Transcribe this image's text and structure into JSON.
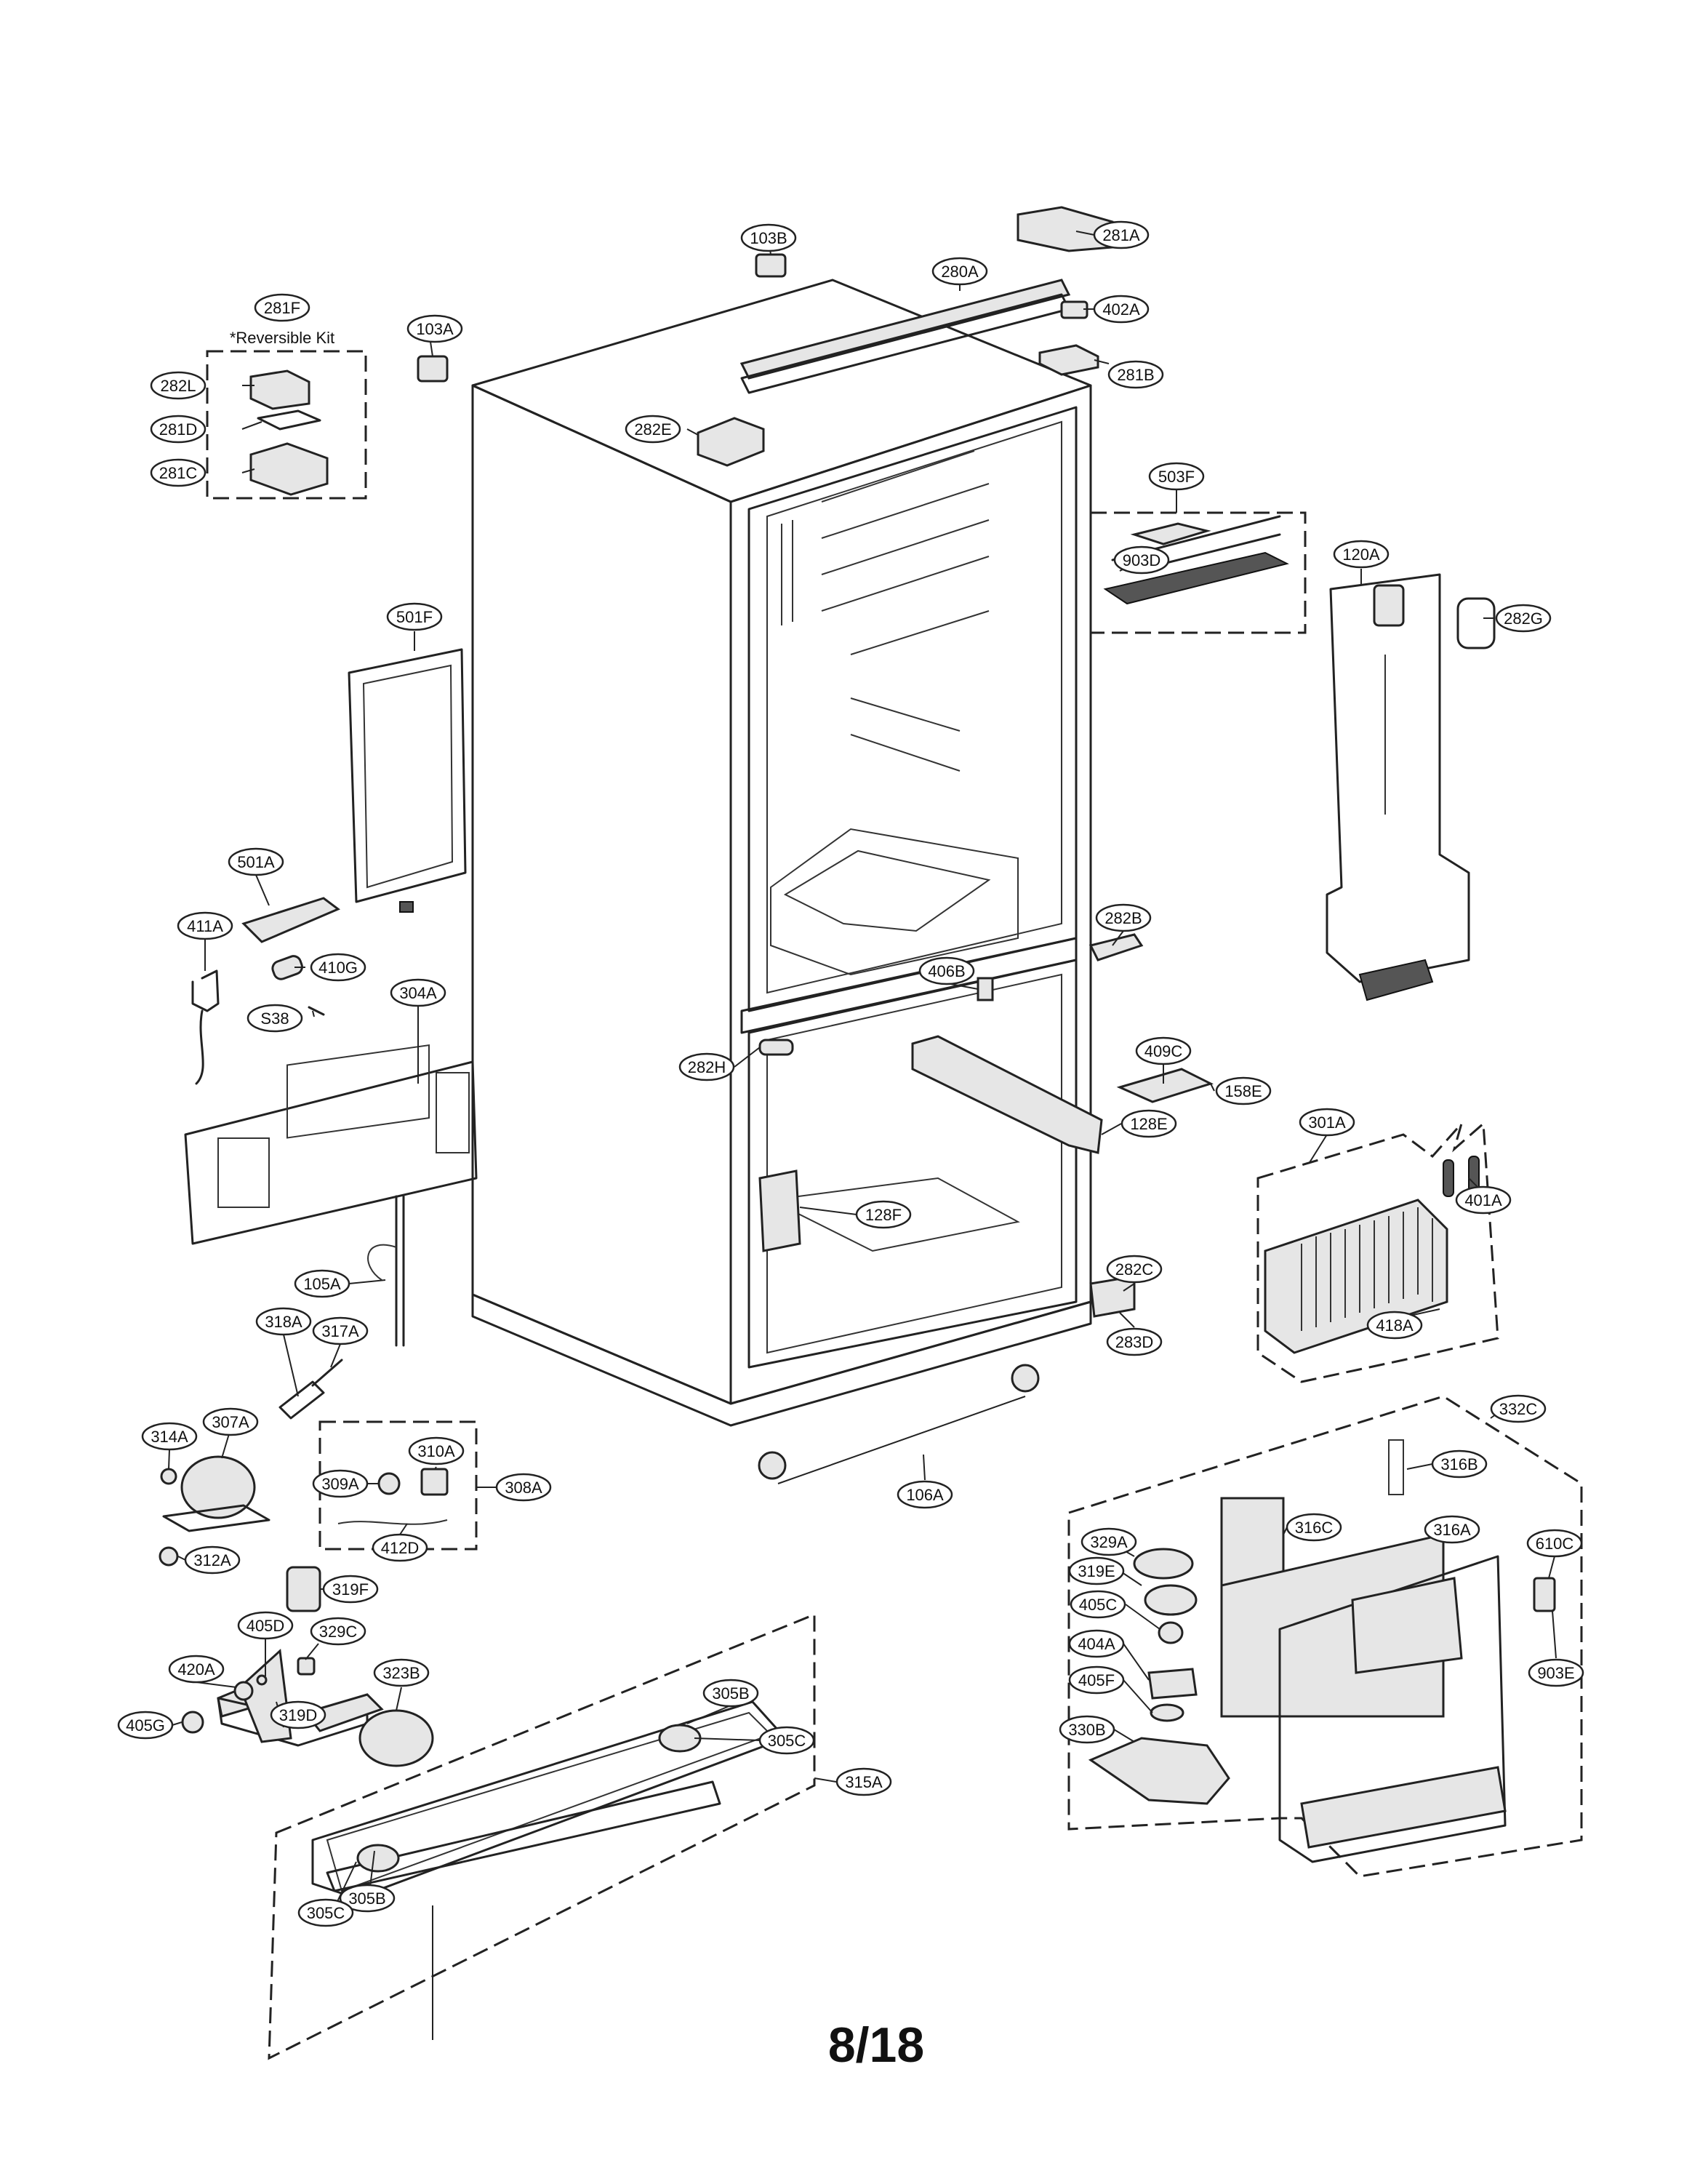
{
  "page_number": "8/18",
  "notes": {
    "reversible_kit": "*Reversible Kit"
  },
  "callouts": [
    {
      "id": "103B",
      "label": "103B"
    },
    {
      "id": "281A",
      "label": "281A"
    },
    {
      "id": "280A",
      "label": "280A"
    },
    {
      "id": "402A",
      "label": "402A"
    },
    {
      "id": "281F",
      "label": "281F"
    },
    {
      "id": "103A",
      "label": "103A"
    },
    {
      "id": "281B",
      "label": "281B"
    },
    {
      "id": "282L",
      "label": "282L"
    },
    {
      "id": "281D",
      "label": "281D"
    },
    {
      "id": "281C",
      "label": "281C"
    },
    {
      "id": "282E",
      "label": "282E"
    },
    {
      "id": "503F",
      "label": "503F"
    },
    {
      "id": "903D",
      "label": "903D"
    },
    {
      "id": "120A",
      "label": "120A"
    },
    {
      "id": "282G",
      "label": "282G"
    },
    {
      "id": "501F",
      "label": "501F"
    },
    {
      "id": "501A",
      "label": "501A"
    },
    {
      "id": "411A",
      "label": "411A"
    },
    {
      "id": "410G",
      "label": "410G"
    },
    {
      "id": "S38",
      "label": "S38"
    },
    {
      "id": "304A",
      "label": "304A"
    },
    {
      "id": "282B",
      "label": "282B"
    },
    {
      "id": "406B",
      "label": "406B"
    },
    {
      "id": "409C",
      "label": "409C"
    },
    {
      "id": "158E",
      "label": "158E"
    },
    {
      "id": "282H",
      "label": "282H"
    },
    {
      "id": "128E",
      "label": "128E"
    },
    {
      "id": "301A",
      "label": "301A"
    },
    {
      "id": "401A",
      "label": "401A"
    },
    {
      "id": "128F",
      "label": "128F"
    },
    {
      "id": "105A",
      "label": "105A"
    },
    {
      "id": "282C",
      "label": "282C"
    },
    {
      "id": "418A",
      "label": "418A"
    },
    {
      "id": "283D",
      "label": "283D"
    },
    {
      "id": "318A",
      "label": "318A"
    },
    {
      "id": "317A",
      "label": "317A"
    },
    {
      "id": "332C",
      "label": "332C"
    },
    {
      "id": "314A",
      "label": "314A"
    },
    {
      "id": "307A",
      "label": "307A"
    },
    {
      "id": "310A",
      "label": "310A"
    },
    {
      "id": "316B",
      "label": "316B"
    },
    {
      "id": "106A",
      "label": "106A"
    },
    {
      "id": "309A",
      "label": "309A"
    },
    {
      "id": "308A",
      "label": "308A"
    },
    {
      "id": "329A",
      "label": "329A"
    },
    {
      "id": "316C",
      "label": "316C"
    },
    {
      "id": "316A",
      "label": "316A"
    },
    {
      "id": "412D",
      "label": "412D"
    },
    {
      "id": "312A",
      "label": "312A"
    },
    {
      "id": "610C",
      "label": "610C"
    },
    {
      "id": "319E",
      "label": "319E"
    },
    {
      "id": "319F",
      "label": "319F"
    },
    {
      "id": "405C",
      "label": "405C"
    },
    {
      "id": "405D",
      "label": "405D"
    },
    {
      "id": "329C",
      "label": "329C"
    },
    {
      "id": "404A",
      "label": "404A"
    },
    {
      "id": "903E",
      "label": "903E"
    },
    {
      "id": "420A",
      "label": "420A"
    },
    {
      "id": "323B",
      "label": "323B"
    },
    {
      "id": "405F",
      "label": "405F"
    },
    {
      "id": "330B",
      "label": "330B"
    },
    {
      "id": "405G",
      "label": "405G"
    },
    {
      "id": "319D",
      "label": "319D"
    },
    {
      "id": "305B_top",
      "label": "305B"
    },
    {
      "id": "305C_top",
      "label": "305C"
    },
    {
      "id": "315A",
      "label": "315A"
    },
    {
      "id": "305B_bot",
      "label": "305B"
    },
    {
      "id": "305C_bot",
      "label": "305C"
    }
  ]
}
